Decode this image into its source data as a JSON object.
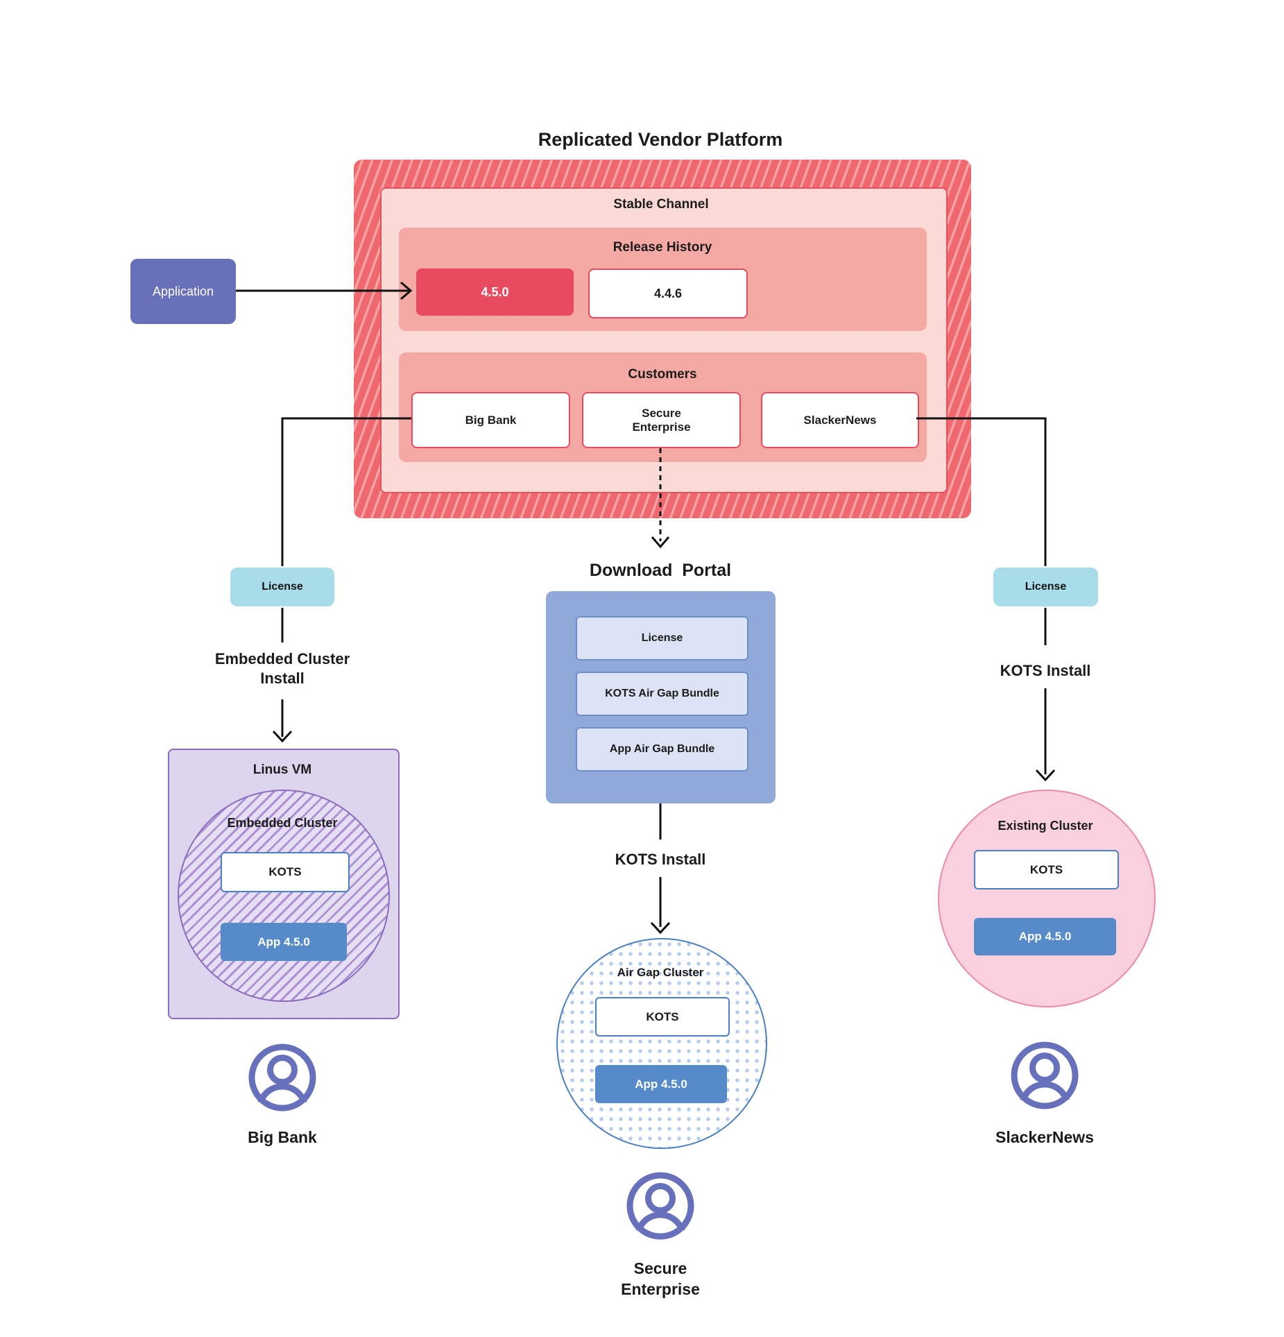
{
  "title": "Replicated Vendor Platform",
  "application": {
    "label": "Application"
  },
  "platform": {
    "stable_channel": {
      "label": "Stable Channel",
      "release_history": {
        "label": "Release History",
        "releases": [
          {
            "version": "4.5.0",
            "state": "current"
          },
          {
            "version": "4.4.6",
            "state": "previous"
          }
        ]
      },
      "customers": {
        "label": "Customers",
        "items": [
          "Big Bank",
          "Secure\nEnterprise",
          "SlackerNews"
        ]
      }
    }
  },
  "download_portal": {
    "label": "Download  Portal",
    "items": [
      "License",
      "KOTS Air Gap Bundle",
      "App Air Gap Bundle"
    ]
  },
  "flows": {
    "embedded": {
      "license": "License",
      "install": "Embedded Cluster\nInstall",
      "vm_label": "Linus VM",
      "cluster_label": "Embedded Cluster",
      "kots": "KOTS",
      "app": "App 4.5.0",
      "user": "Big Bank"
    },
    "airgap": {
      "install": "KOTS Install",
      "cluster_label": "Air Gap Cluster",
      "kots": "KOTS",
      "app": "App 4.5.0",
      "user": "Secure\nEnterprise"
    },
    "existing": {
      "license": "License",
      "install": "KOTS Install",
      "cluster_label": "Existing Cluster",
      "kots": "KOTS",
      "app": "App 4.5.0",
      "user": "SlackerNews"
    }
  },
  "colors": {
    "accent_red": "#e84a5f",
    "hatch_red": "#ef686d",
    "panel_pink": "#fbdad6",
    "section_pink": "#f5a9a4",
    "application_purple": "#6770b8",
    "license_cyan": "#a8dce8",
    "portal_blue": "#90a9d9",
    "portal_item_blue": "#dce3f5",
    "app_blue": "#568ac8",
    "vm_purple": "#ddd4ed",
    "cluster_pink": "#f9d0dd",
    "user_icon_purple": "#6770ba"
  }
}
